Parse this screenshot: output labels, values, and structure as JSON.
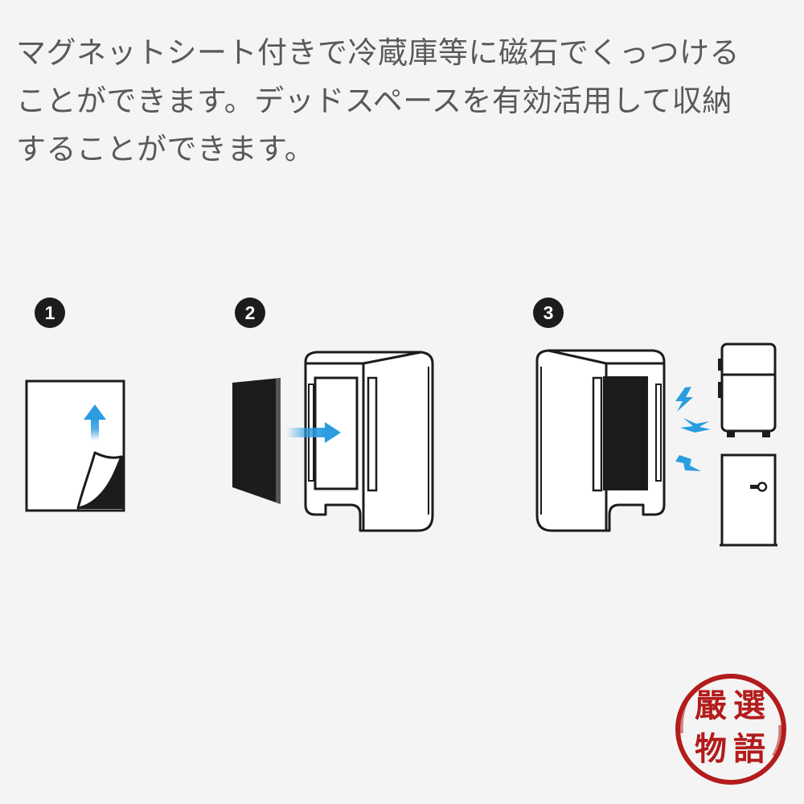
{
  "description": {
    "lines": [
      "マグネットシート付きで冷蔵庫等に磁石でくっつける",
      "ことができます。デッドスペースを有効活用して収納",
      "することができます。"
    ]
  },
  "steps": [
    {
      "number": "1"
    },
    {
      "number": "2"
    },
    {
      "number": "3"
    }
  ],
  "colors": {
    "background": "#f4f4f4",
    "text": "#595959",
    "ink": "#1c1c1c",
    "accent_blue": "#2a9de0",
    "seal_red": "#b31c1c"
  },
  "seal": {
    "chars": [
      "嚴",
      "選",
      "物",
      "語"
    ]
  }
}
